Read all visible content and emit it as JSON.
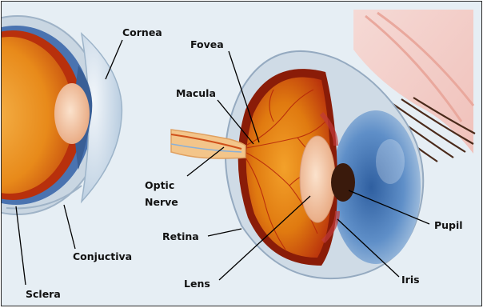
{
  "labels": {
    "cornea": "Cornea",
    "fovea": "Fovea",
    "macula": "Macula",
    "optic_nerve_line1": "Optic",
    "optic_nerve_line2": "Nerve",
    "retina": "Retina",
    "lens": "Lens",
    "pupil": "Pupil",
    "iris": "Iris",
    "conjuctiva": "Conjuctiva",
    "sclera": "Sclera"
  },
  "colors": {
    "background": "#e6eef4",
    "sclera": "#c9d6e2",
    "retina_orange": "#e8860f",
    "retina_red": "#c0300c",
    "lens": "#f3c7a4",
    "iris_blue": "#5f8fc8",
    "pupil": "#3a1a0c",
    "label_text": "#111111",
    "leader_line": "#000000"
  }
}
